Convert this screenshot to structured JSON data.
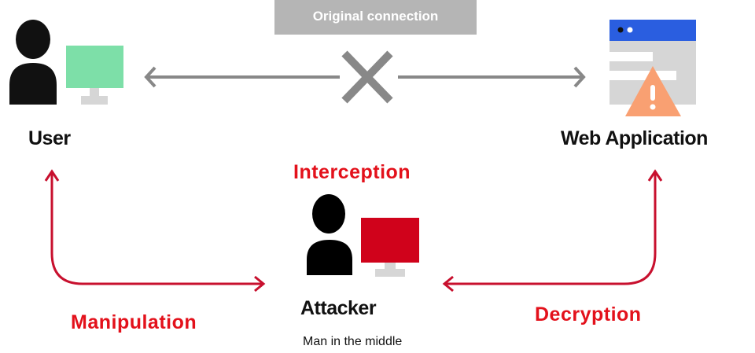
{
  "title_box": {
    "label": "Original connection"
  },
  "nodes": {
    "user": {
      "label": "User",
      "icon": "person-with-computer-icon",
      "monitor_color": "#7ddfa8"
    },
    "web_app": {
      "label": "Web Application",
      "icon": "browser-warning-icon",
      "bar_color": "#2a5ee0",
      "warning_color": "#f9a072"
    },
    "attacker": {
      "label": "Attacker",
      "sublabel": "Man in the middle",
      "icon": "person-with-computer-icon",
      "monitor_color": "#d0021b"
    }
  },
  "edges": {
    "interception": "Interception",
    "manipulation": "Manipulation",
    "decryption": "Decryption"
  },
  "colors": {
    "accent": "#e3111b",
    "gray": "#888888",
    "box": "#b5b5b5"
  }
}
